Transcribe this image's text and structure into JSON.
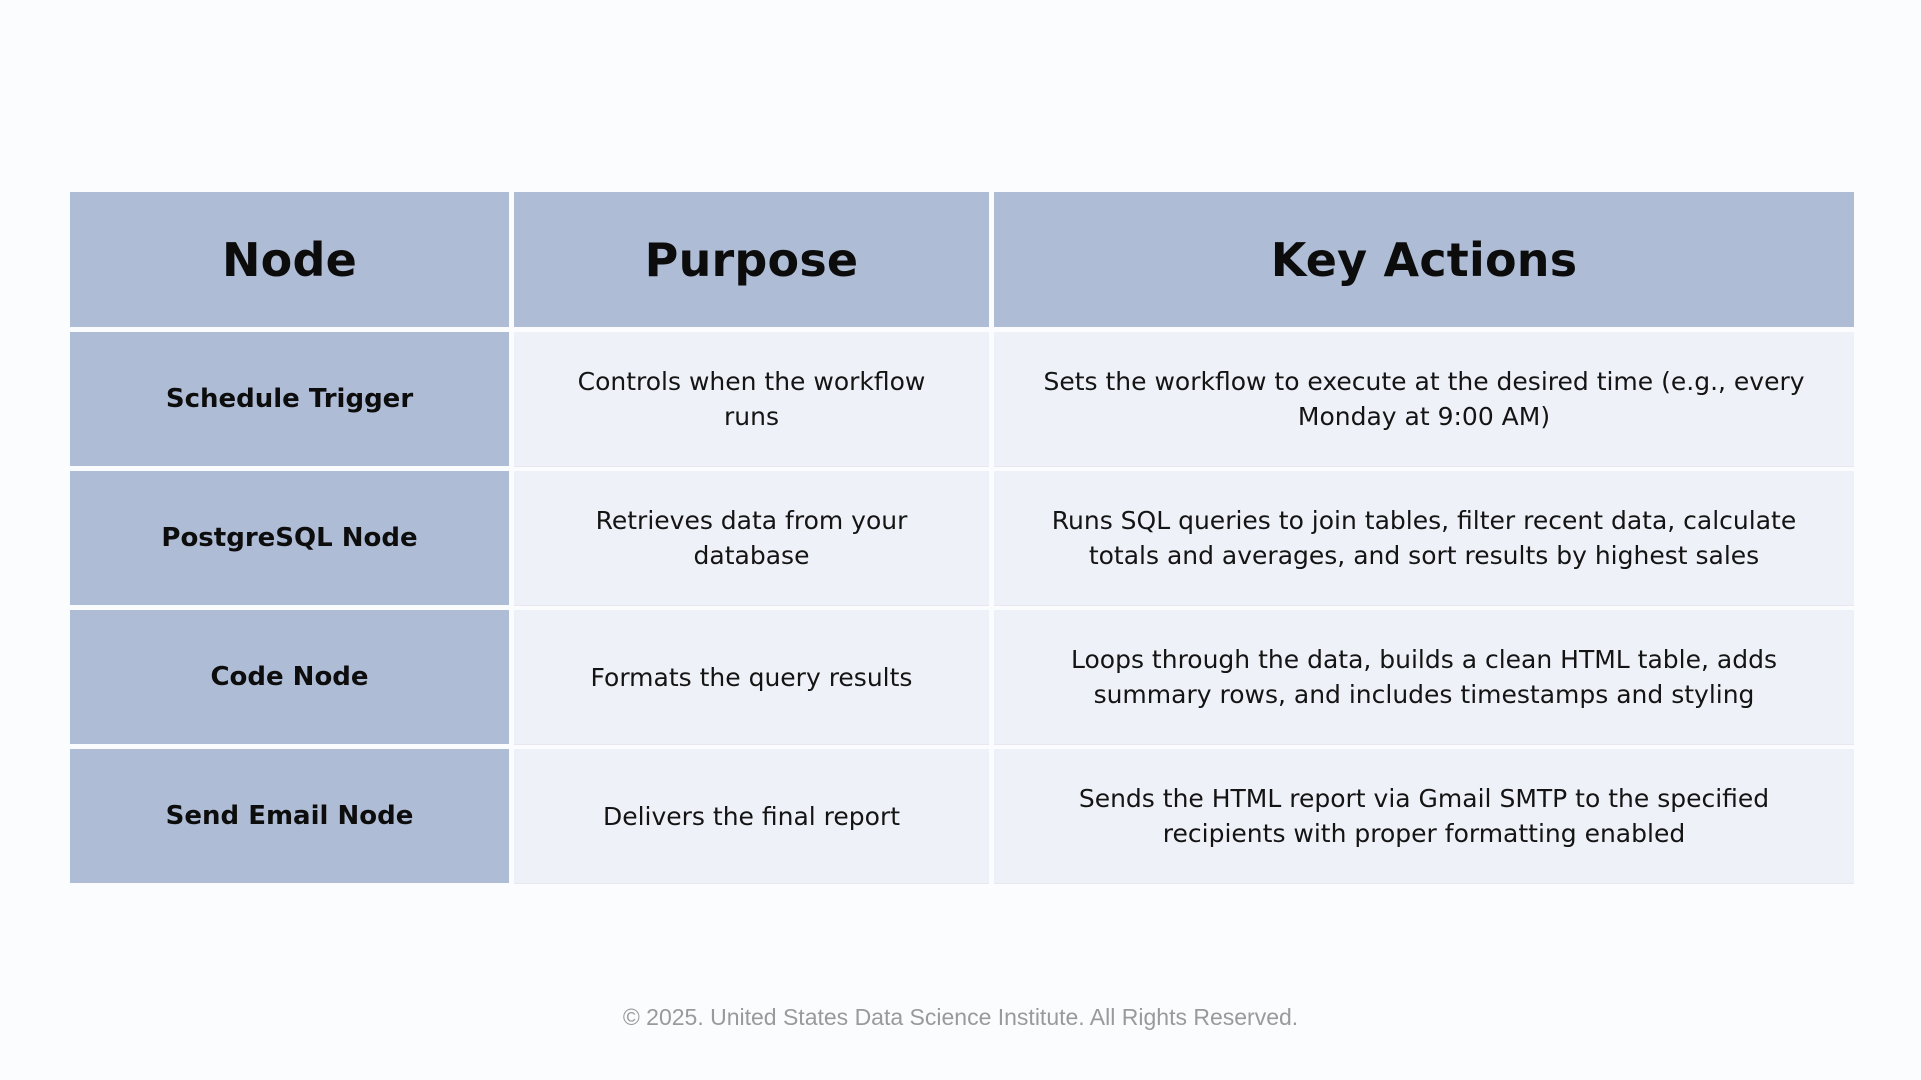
{
  "table": {
    "headers": {
      "node": "Node",
      "purpose": "Purpose",
      "actions": "Key Actions"
    },
    "rows": [
      {
        "node": "Schedule Trigger",
        "purpose": "Controls when the workflow runs",
        "actions": "Sets the workflow to execute at the desired time (e.g., every Monday at 9:00 AM)"
      },
      {
        "node": "PostgreSQL Node",
        "purpose": "Retrieves data from your database",
        "actions": "Runs SQL queries to join tables, filter recent data, calculate totals and averages, and sort results by highest sales"
      },
      {
        "node": "Code Node",
        "purpose": "Formats the query results",
        "actions": "Loops through the data, builds a clean HTML table, adds summary rows, and includes timestamps and styling"
      },
      {
        "node": "Send Email Node",
        "purpose": "Delivers the final report",
        "actions": "Sends the HTML report via Gmail SMTP to the specified recipients with proper formatting enabled"
      }
    ]
  },
  "footer": {
    "copyright": "© 2025. United States Data Science Institute. All Rights Reserved."
  },
  "colors": {
    "header_fill": "#aebcd5",
    "body_fill": "#eef1f7",
    "background": "#fbfcfe",
    "footer_text": "#9a9a9a"
  }
}
